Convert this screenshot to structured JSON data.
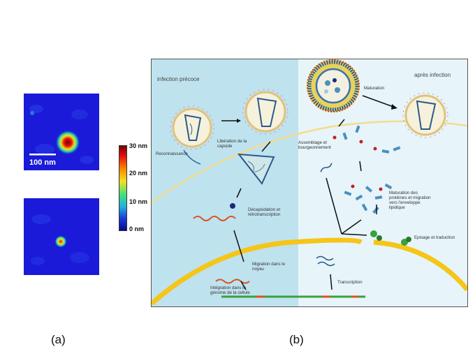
{
  "panel_a": {
    "label": "(a)",
    "scale_bar_label": "100 nm",
    "colorbar_ticks": [
      "30 nm",
      "20 nm",
      "10 nm",
      "0 nm"
    ]
  },
  "panel_b": {
    "label": "(b)",
    "region_left": "infection précoce",
    "region_right": "après infection",
    "steps": {
      "reconnaissance": "Reconnaissance",
      "liberation": "Libération de la capside",
      "decapsidation": "Décapsidation et rétrotranscription",
      "migration_noyau": "Migration dans le noyau",
      "integration": "Intégration dans le génome de la cellule",
      "transcription": "Transcription",
      "epissage": "Episage et traduction",
      "maturation_proteines": "Maturation des protéines et migration vers l'enveloppe lipidique",
      "assemblage": "Assemblage et bourgeonnement",
      "maturation": "Maturation"
    }
  },
  "colors": {
    "afm_background": "#1a1ad8",
    "left_region": "#bfe2ef",
    "right_region": "#e7f4f9",
    "membrane": "#f4dc8c",
    "nucleus": "#f5c518",
    "dna": "#3aa040",
    "rna": "#d9531e"
  }
}
